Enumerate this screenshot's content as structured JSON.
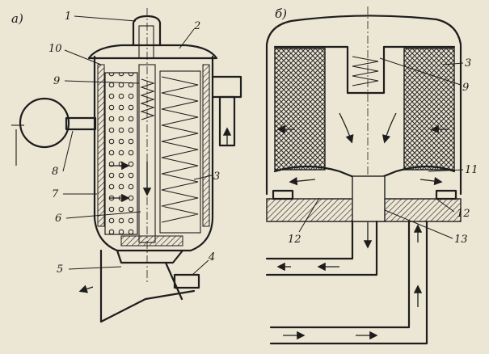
{
  "figure_a": {
    "panel_label": "а)",
    "labels": [
      "1",
      "2",
      "10",
      "9",
      "8",
      "7",
      "6",
      "3",
      "5",
      "4"
    ]
  },
  "figure_b": {
    "panel_label": "б)",
    "labels": [
      "3",
      "9",
      "11",
      "12",
      "12",
      "13"
    ]
  },
  "colors": {
    "background": "#ece6d4",
    "ink": "#1d1d1d",
    "hatch": "#2a2a2a"
  }
}
